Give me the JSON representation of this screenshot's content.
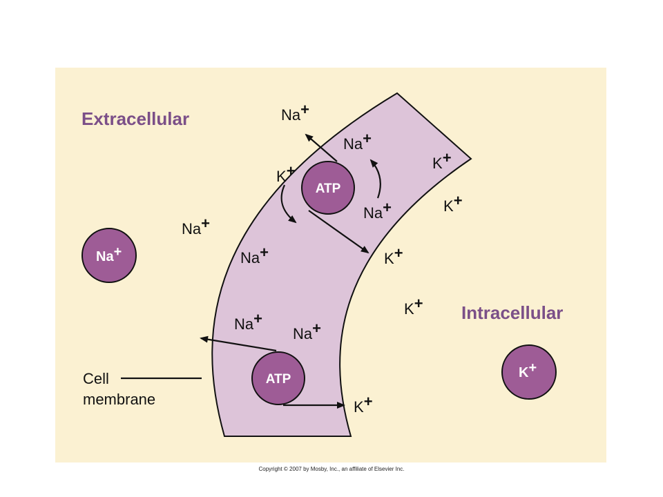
{
  "colors": {
    "background": "#fbf1d2",
    "membrane": "#ddc4d9",
    "circle": "#9e5c96",
    "region_label": "#7b4f88"
  },
  "labels": {
    "extracellular": "Extracellular",
    "intracellular": "Intracellular",
    "cell_membrane_line1": "Cell",
    "cell_membrane_line2": "membrane",
    "atp": "ATP",
    "na": "Na",
    "k": "K",
    "plus": "+"
  },
  "copyright": "Copyright © 2007 by Mosby, Inc., an affiliate of Elsevier Inc."
}
